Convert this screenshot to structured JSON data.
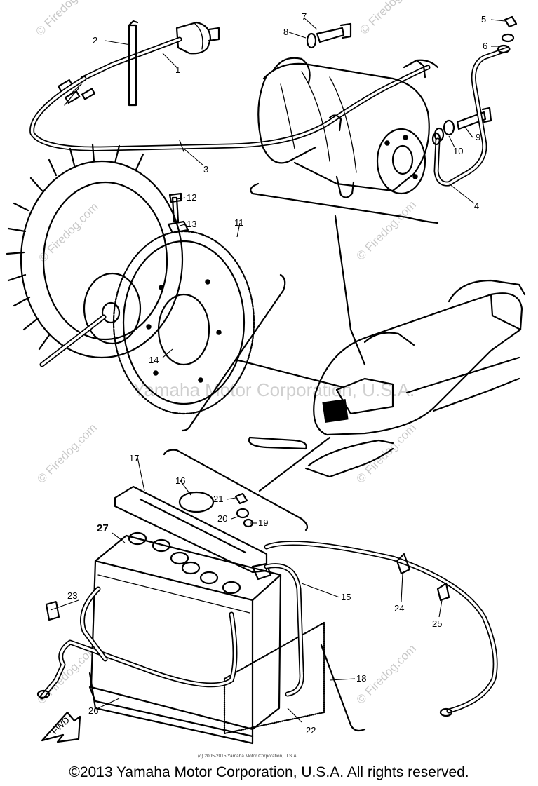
{
  "callouts": {
    "c1": "1",
    "c2": "2",
    "c3": "3",
    "c4": "4",
    "c5": "5",
    "c6": "6",
    "c7": "7",
    "c8": "8",
    "c9": "9",
    "c10": "10",
    "c11": "11",
    "c12": "12",
    "c13": "13",
    "c14": "14",
    "c15": "15",
    "c16": "16",
    "c17": "17",
    "c18": "18",
    "c19": "19",
    "c20": "20",
    "c21": "21",
    "c22": "22",
    "c23": "23",
    "c24": "24",
    "c25": "25",
    "c26": "26",
    "c27": "27"
  },
  "watermarks": {
    "site": "© Firedog.com",
    "center": "Yamaha Motor Corporation, U.S.A."
  },
  "small_print": "(c) 2005-2015 Yamaha Motor Corporation, U.S.A.",
  "fwd_label": "FWD",
  "copyright": "©2013 Yamaha Motor Corporation, U.S.A. All rights reserved."
}
